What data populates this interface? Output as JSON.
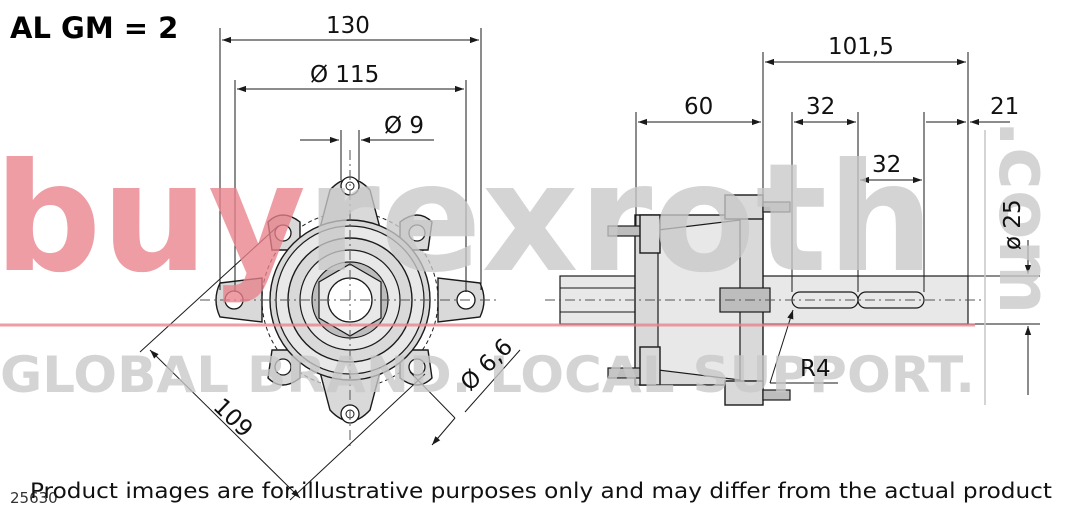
{
  "title": "AL GM = 2",
  "dimensions": {
    "d130": "130",
    "d115": "Ø 115",
    "d9": "Ø 9",
    "d66": "Ø 6,6",
    "d109": "109",
    "d1015": "101,5",
    "d60": "60",
    "d32a": "32",
    "d32b": "32",
    "d21": "21",
    "d25": "ø 25",
    "r4": "R4"
  },
  "drawing_id": "25630",
  "disclaimer": "Product images are for illustrative purposes only and may differ from the actual product",
  "watermark": {
    "buy": "buy",
    "rexroth": "rexroth",
    "com": ".com",
    "tagline": "GLOBAL BRAND. LOCAL SUPPORT."
  },
  "colors": {
    "watermark_red": "#e8828a",
    "watermark_gray": "#c9c9c9",
    "part_fill": "#d9d9d9",
    "line": "#1a1a1a"
  }
}
